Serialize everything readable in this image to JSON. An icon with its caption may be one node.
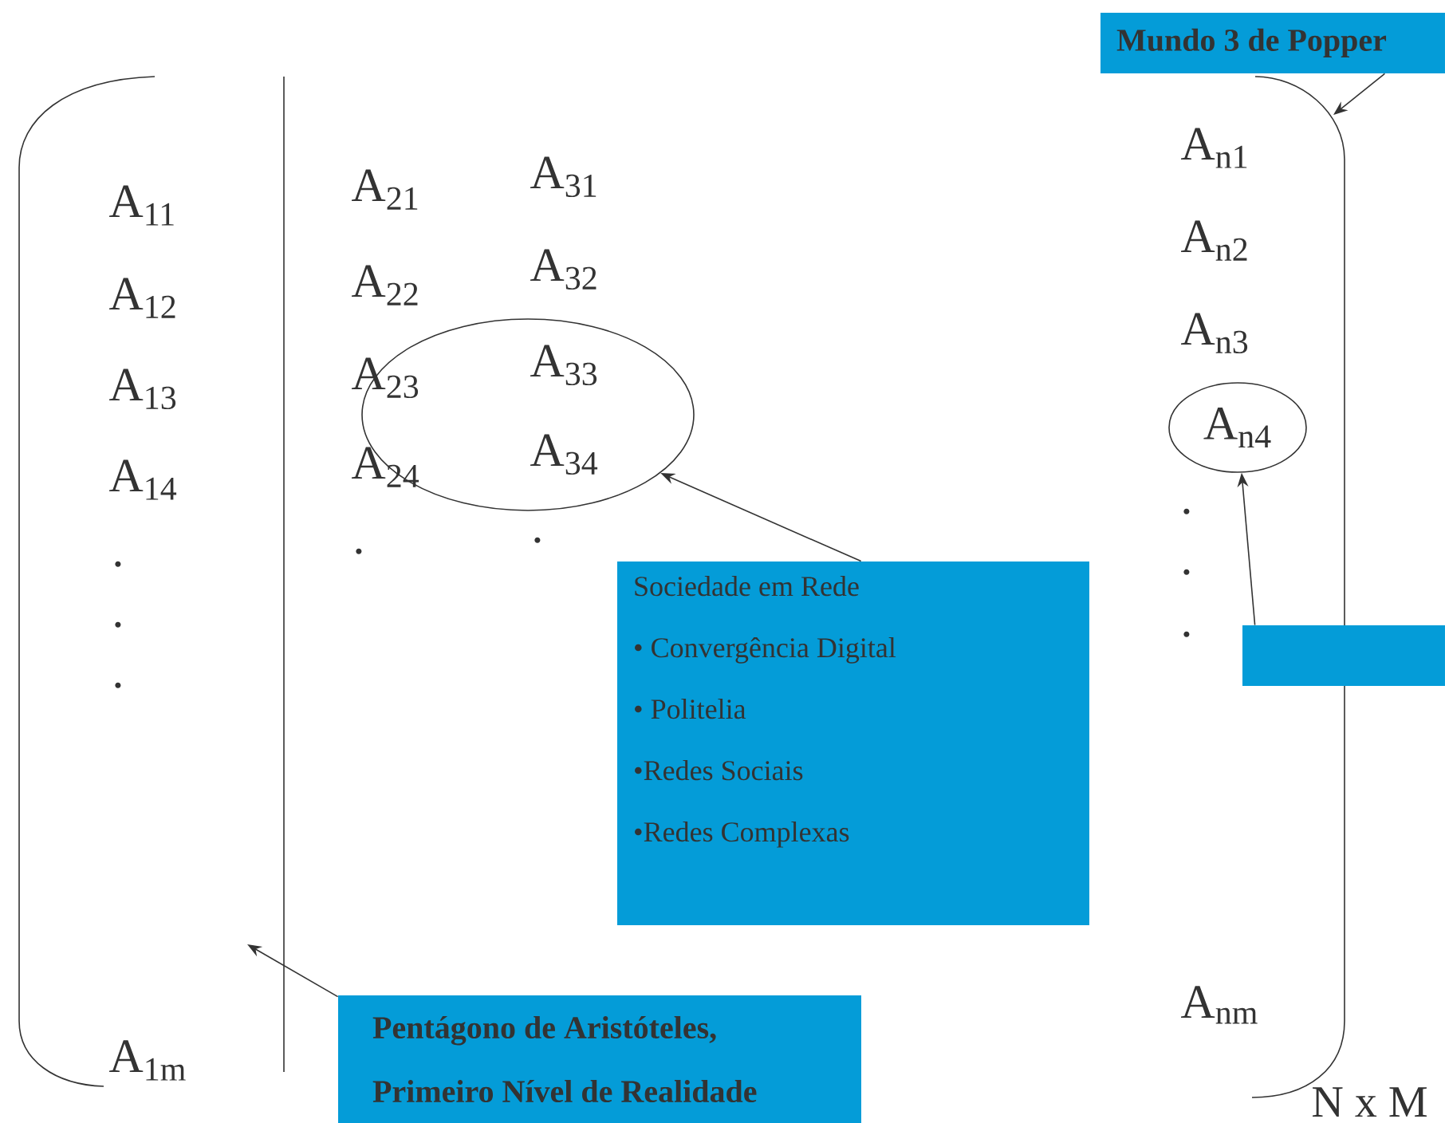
{
  "diagram": {
    "nodes": [
      {
        "text": [
          "Mundo 3 de Popper"
        ]
      },
      {
        "text": [
          "Sociedade em Rede",
          "• Convergência Digital",
          "• Politelia",
          "•Redes Sociais",
          "•Redes Complexas"
        ]
      },
      {
        "text": [],
        "shape": "circle"
      },
      {
        "text": [
          "A$_{n4}$"
        ]
      },
      {
        "text": [],
        "shape": "box"
      },
      {
        "text": [
          "Pentágono de Aristóteles, Primeiro Nível de Realidade"
        ]
      }
    ],
    "edges": [
      {
        "from": 0,
        "to": null,
        "arrow": "to"
      },
      {
        "from": 1,
        "to": 2,
        "arrow": "to"
      },
      {
        "from": 4,
        "to": 3,
        "arrow": "to"
      },
      {
        "from": 5,
        "to": null,
        "arrow": "to"
      }
    ],
    "labels": [
      "A$_{11}$",
      "A$_{12}$",
      "A$_{13}$",
      "A$_{14}$",
      ".",
      ".",
      ".",
      "A$_{1m}$",
      "A$_{21}$",
      "A$_{22}$",
      "A$_{23}$",
      "A$_{24}$",
      ".",
      "A$_{31}$",
      "A$_{32}$",
      "A$_{33}$",
      "A$_{34}$",
      ".",
      "A$_{n1}$",
      "A$_{n2}$",
      "A$_{n3}$",
      ".",
      ".",
      ".",
      "A$_{nm}$",
      "N x M"
    ]
  }
}
